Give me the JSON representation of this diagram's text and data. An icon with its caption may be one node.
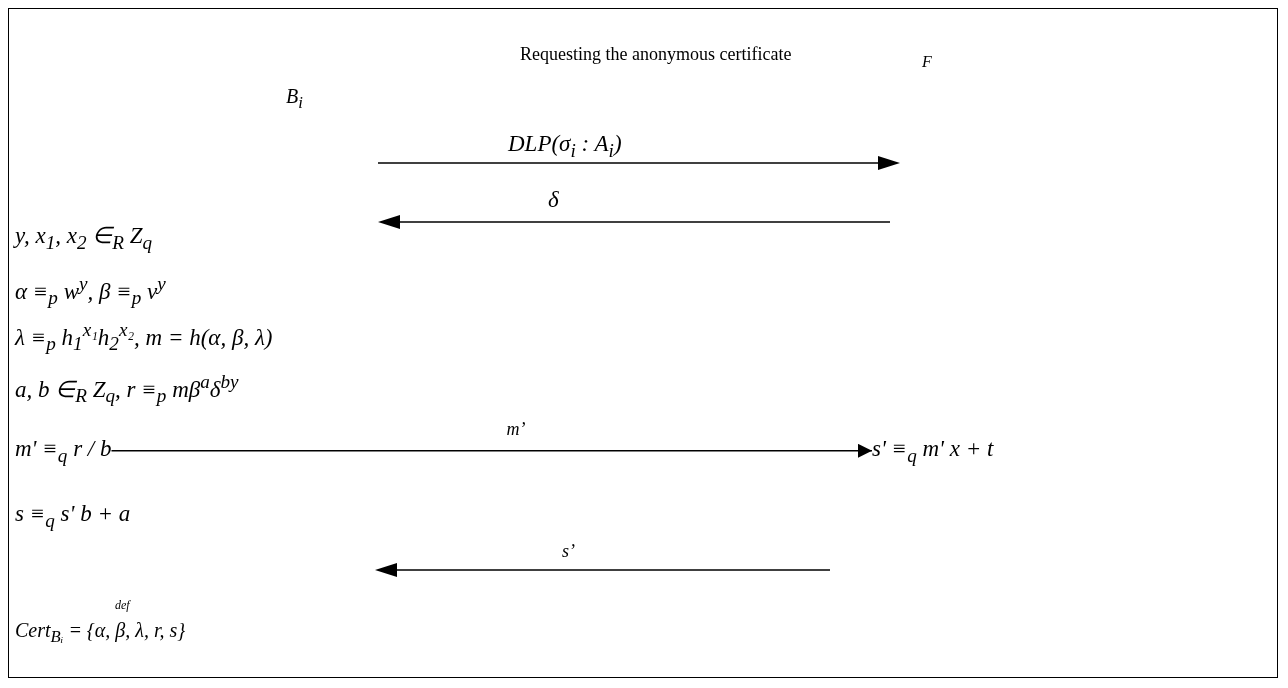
{
  "diagram": {
    "title": "Requesting the anonymous certificate",
    "nodes": [
      {
        "text": [
          "m' ≡$_{q}$ r / b"
        ]
      },
      {
        "text": [
          "s' ≡$_{q}$ m' x + t"
        ]
      }
    ],
    "edges": [
      {
        "from": 0,
        "to": 1,
        "arrow": "to",
        "label": "m’"
      }
    ],
    "labels": [
      "F",
      "B$_{i}$",
      "DLP(σ$_{i}$ : A$_{i}$)",
      "δ",
      "y, x$_{1}$, x$_{2}$ ∈$_{R}$ Z$_{q}$",
      "α ≡$_{p}$ w$^{y}$, β ≡$_{p}$ v$^{y}$",
      "λ ≡$_{p}$ h$_{1}$$^{x₁}$h$_{2}$$^{x₂}$, m = h(α, β, λ)",
      "a, b ∈$_{R}$ Z$_{q}$, r ≡$_{p}$ mβ$^{a}$δ$^{by}$",
      "s ≡$_{q}$ s' b + a",
      "s’",
      "def",
      "Cert$_{Bᵢ}$ = {α, β, λ, r, s}"
    ]
  }
}
